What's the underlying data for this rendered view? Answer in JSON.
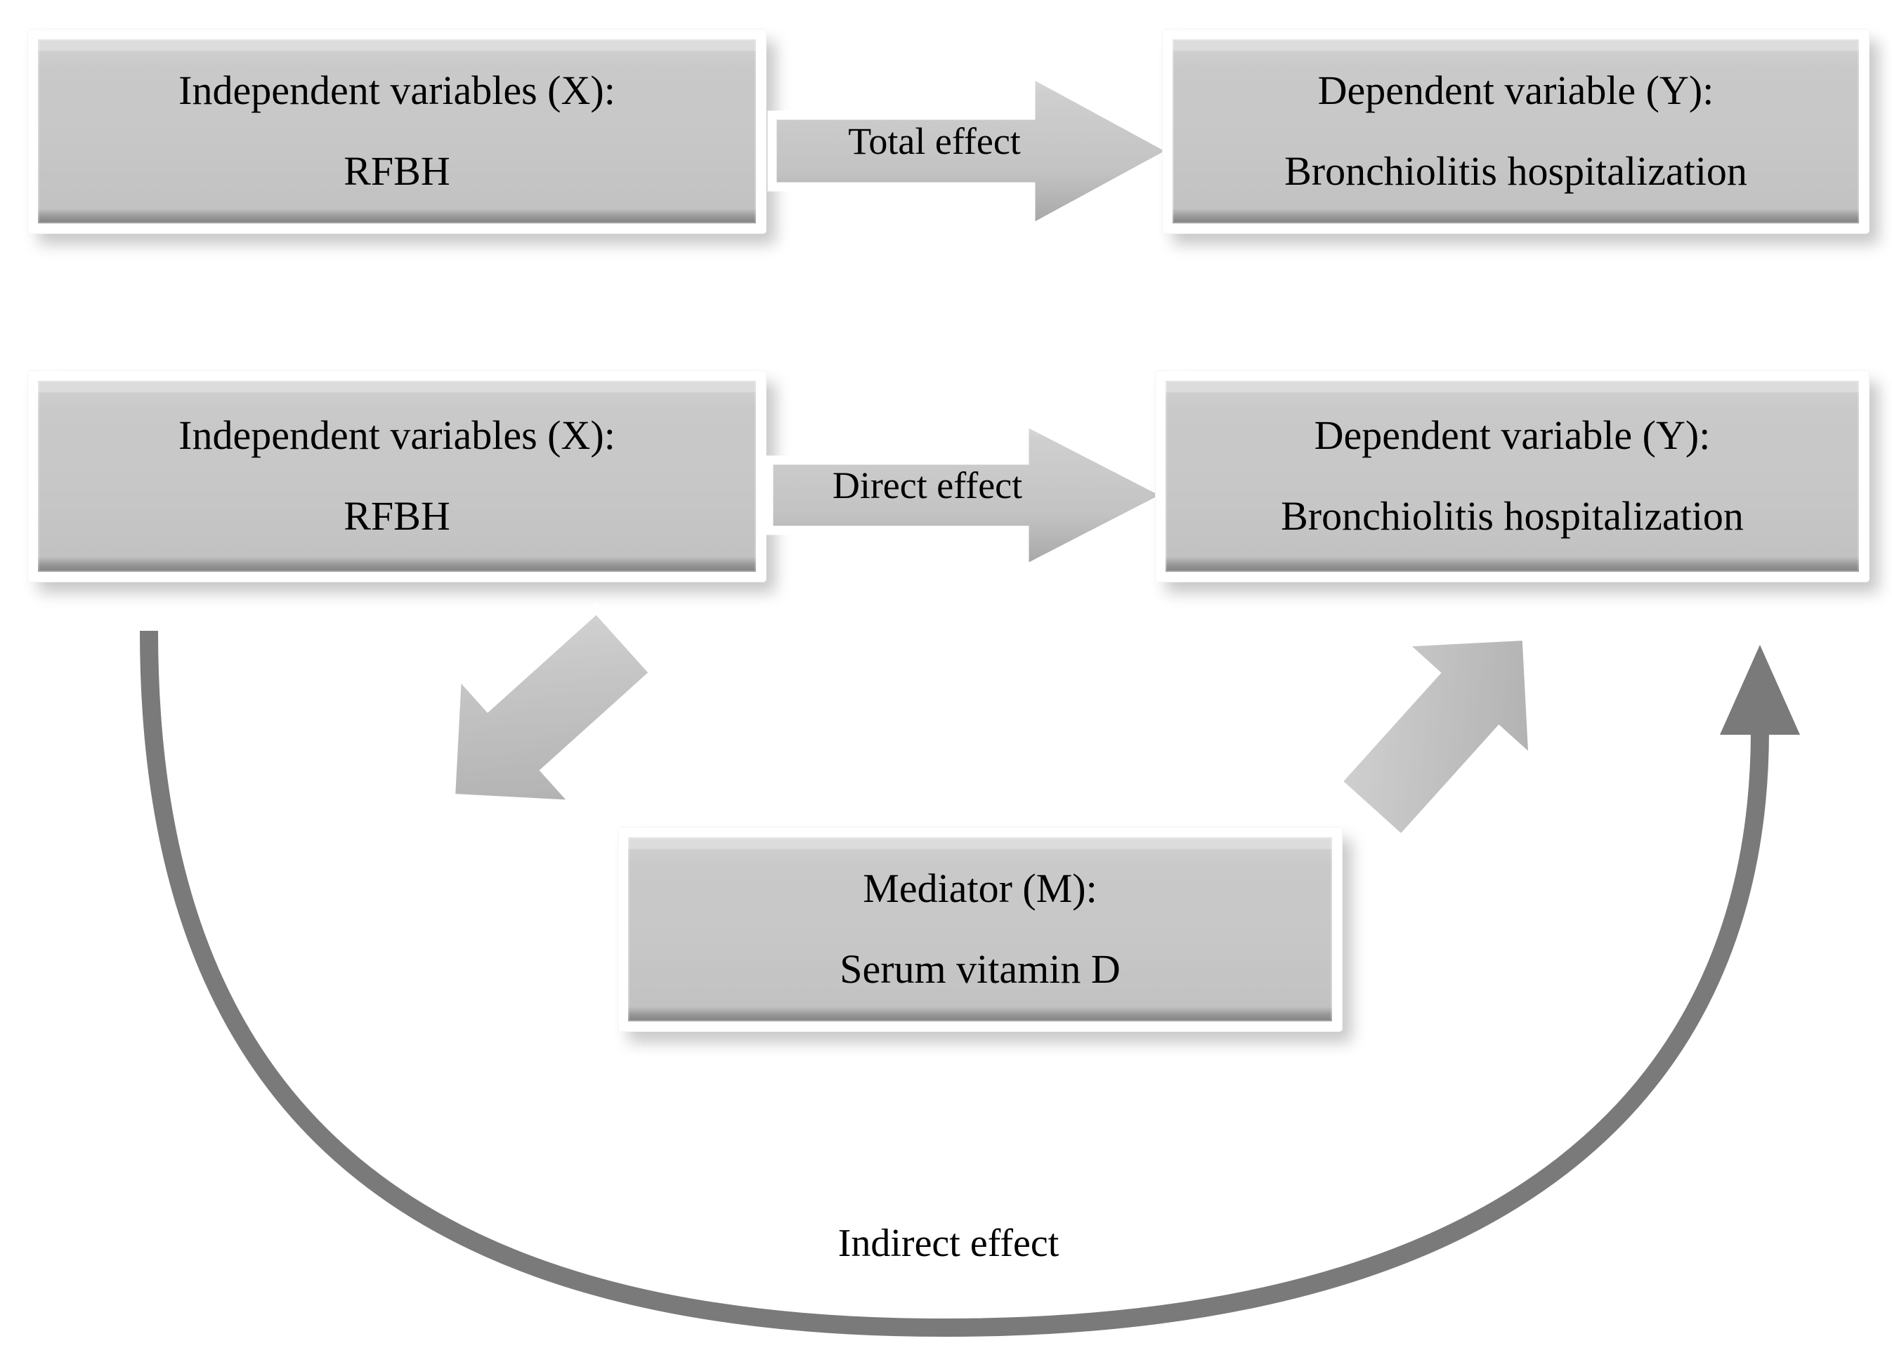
{
  "diagram": {
    "title": "Mediation analysis conceptual model",
    "colors": {
      "box_fill": "#c6c6c6",
      "box_border": "#ffffff",
      "box_bevel_shadow": "#7f7f7f",
      "arrow_fill": "#b4b4b4",
      "arrow_outline": "#ffffff",
      "curve_stroke": "#7a7a7a",
      "text": "#000000",
      "background": "#ffffff"
    }
  },
  "nodes": {
    "independent_top": {
      "line1": "Independent variables (X):",
      "line2": "RFBH"
    },
    "dependent_top": {
      "line1": "Dependent variable (Y):",
      "line2": "Bronchiolitis hospitalization"
    },
    "independent_bottom": {
      "line1": "Independent variables (X):",
      "line2": "RFBH"
    },
    "dependent_bottom": {
      "line1": "Dependent variable (Y):",
      "line2": "Bronchiolitis hospitalization"
    },
    "mediator": {
      "line1": "Mediator (M):",
      "line2": "Serum vitamin D"
    }
  },
  "edges": {
    "total_effect": {
      "label": "Total effect",
      "from": "independent_top",
      "to": "dependent_top",
      "shape": "right-block-arrow"
    },
    "direct_effect": {
      "label": "Direct effect",
      "from": "independent_bottom",
      "to": "dependent_bottom",
      "shape": "right-block-arrow"
    },
    "x_to_mediator": {
      "label": "",
      "from": "independent_bottom",
      "to": "mediator",
      "shape": "diagonal-block-arrow-down-right"
    },
    "mediator_to_y": {
      "label": "",
      "from": "mediator",
      "to": "dependent_bottom",
      "shape": "diagonal-block-arrow-up-right"
    },
    "indirect_effect": {
      "label": "Indirect effect",
      "from": "independent_bottom",
      "to": "dependent_bottom",
      "shape": "curved-arrow-under"
    }
  }
}
